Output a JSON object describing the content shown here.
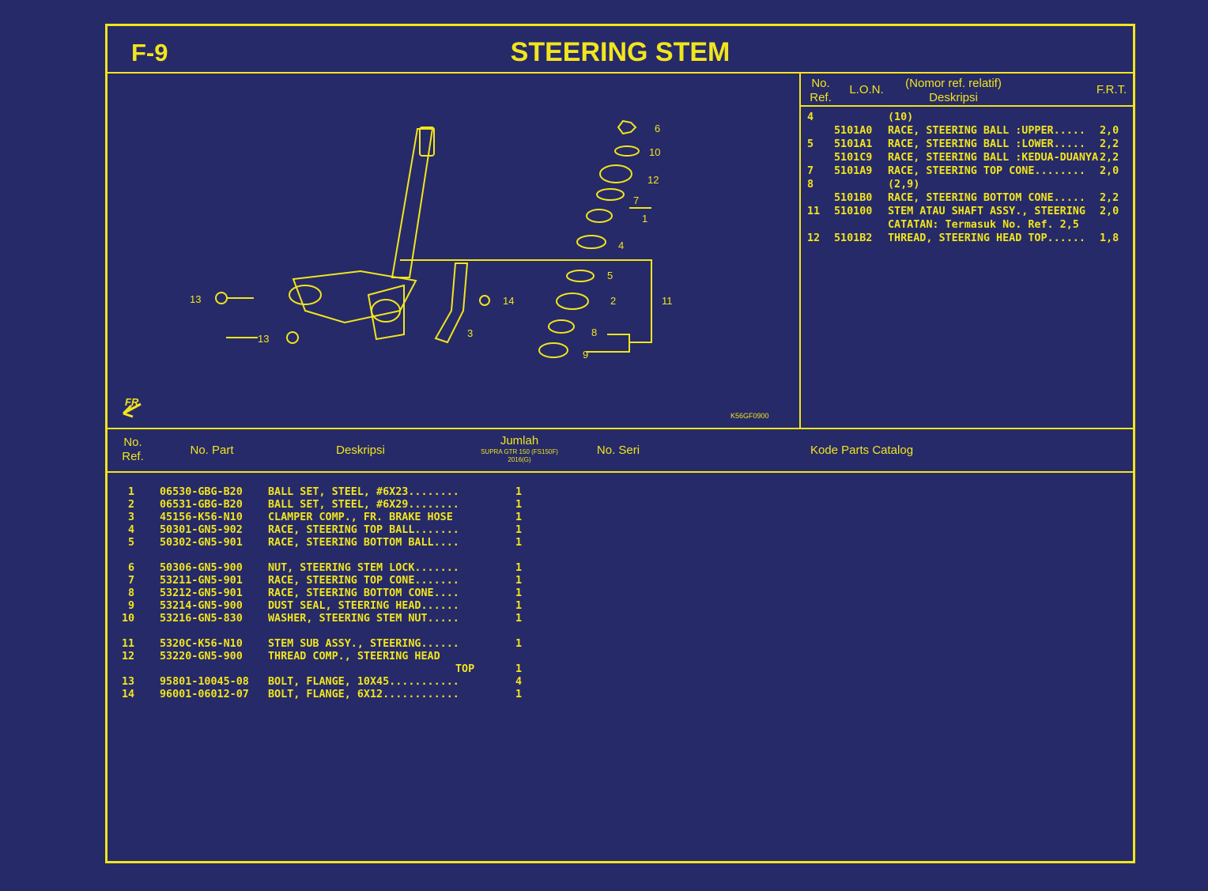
{
  "header": {
    "code": "F-9",
    "title": "STEERING STEM"
  },
  "diagram": {
    "drawing_code": "K56GF0900",
    "front_mark": "FR.",
    "callouts": [
      "1",
      "2",
      "3",
      "4",
      "5",
      "6",
      "7",
      "8",
      "9",
      "10",
      "11",
      "12",
      "13",
      "13",
      "14"
    ]
  },
  "ref_table": {
    "headers": {
      "no_ref_1": "No.",
      "no_ref_2": "Ref.",
      "lon": "L.O.N.",
      "desc_1": "(Nomor ref. relatif)",
      "desc_2": "Deskripsi",
      "frt": "F.R.T."
    },
    "rows": [
      {
        "ref": "4",
        "lon": "",
        "desc": "(10)",
        "frt": ""
      },
      {
        "ref": "",
        "lon": "5101A0",
        "desc": "RACE, STEERING BALL :UPPER.....",
        "frt": "2,0"
      },
      {
        "ref": "5",
        "lon": "5101A1",
        "desc": "RACE, STEERING BALL :LOWER.....",
        "frt": "2,2"
      },
      {
        "ref": "",
        "lon": "5101C9",
        "desc": "RACE, STEERING BALL :KEDUA-DUANYA",
        "frt": "2,2"
      },
      {
        "ref": "7",
        "lon": "5101A9",
        "desc": "RACE, STEERING TOP CONE........",
        "frt": "2,0"
      },
      {
        "ref": "8",
        "lon": "",
        "desc": "(2,9)",
        "frt": ""
      },
      {
        "ref": "",
        "lon": "5101B0",
        "desc": "RACE, STEERING BOTTOM CONE.....",
        "frt": "2,2"
      },
      {
        "ref": "11",
        "lon": "510100",
        "desc": "STEM ATAU SHAFT ASSY., STEERING",
        "frt": "2,0"
      },
      {
        "ref": "",
        "lon": "",
        "desc": "CATATAN: Termasuk No. Ref. 2,5",
        "frt": ""
      },
      {
        "ref": "12",
        "lon": "5101B2",
        "desc": "THREAD, STEERING HEAD TOP......",
        "frt": "1,8"
      }
    ]
  },
  "parts_table": {
    "headers": {
      "no_ref_1": "No.",
      "no_ref_2": "Ref.",
      "part": "No. Part",
      "desc": "Deskripsi",
      "qty": "Jumlah",
      "qty_model": "SUPRA GTR 150 (FS150F)",
      "qty_year": "2016(G)",
      "serial": "No. Seri",
      "catalog": "Kode Parts Catalog"
    },
    "rows": [
      {
        "ref": "1",
        "part": "06530-GBG-B20",
        "desc": "BALL SET, STEEL, #6X23........",
        "qty": "1"
      },
      {
        "ref": "2",
        "part": "06531-GBG-B20",
        "desc": "BALL SET, STEEL, #6X29........",
        "qty": "1"
      },
      {
        "ref": "3",
        "part": "45156-K56-N10",
        "desc": "CLAMPER COMP., FR. BRAKE HOSE",
        "qty": "1"
      },
      {
        "ref": "4",
        "part": "50301-GN5-902",
        "desc": "RACE, STEERING TOP BALL.......",
        "qty": "1"
      },
      {
        "ref": "5",
        "part": "50302-GN5-901",
        "desc": "RACE, STEERING BOTTOM BALL....",
        "qty": "1"
      },
      {
        "ref": "6",
        "part": "50306-GN5-900",
        "desc": "NUT, STEERING STEM LOCK.......",
        "qty": "1"
      },
      {
        "ref": "7",
        "part": "53211-GN5-901",
        "desc": "RACE, STEERING TOP CONE.......",
        "qty": "1"
      },
      {
        "ref": "8",
        "part": "53212-GN5-901",
        "desc": "RACE, STEERING BOTTOM CONE....",
        "qty": "1"
      },
      {
        "ref": "9",
        "part": "53214-GN5-900",
        "desc": "DUST SEAL, STEERING HEAD......",
        "qty": "1"
      },
      {
        "ref": "10",
        "part": "53216-GN5-830",
        "desc": "WASHER, STEERING STEM NUT.....",
        "qty": "1"
      },
      {
        "ref": "11",
        "part": "5320C-K56-N10",
        "desc": "STEM SUB ASSY., STEERING......",
        "qty": "1"
      },
      {
        "ref": "12",
        "part": "53220-GN5-900",
        "desc": "THREAD COMP., STEERING HEAD",
        "desc2": "TOP",
        "qty": "1"
      },
      {
        "ref": "13",
        "part": "95801-10045-08",
        "desc": "BOLT, FLANGE, 10X45...........",
        "qty": "4"
      },
      {
        "ref": "14",
        "part": "96001-06012-07",
        "desc": "BOLT, FLANGE, 6X12............",
        "qty": "1"
      }
    ]
  }
}
